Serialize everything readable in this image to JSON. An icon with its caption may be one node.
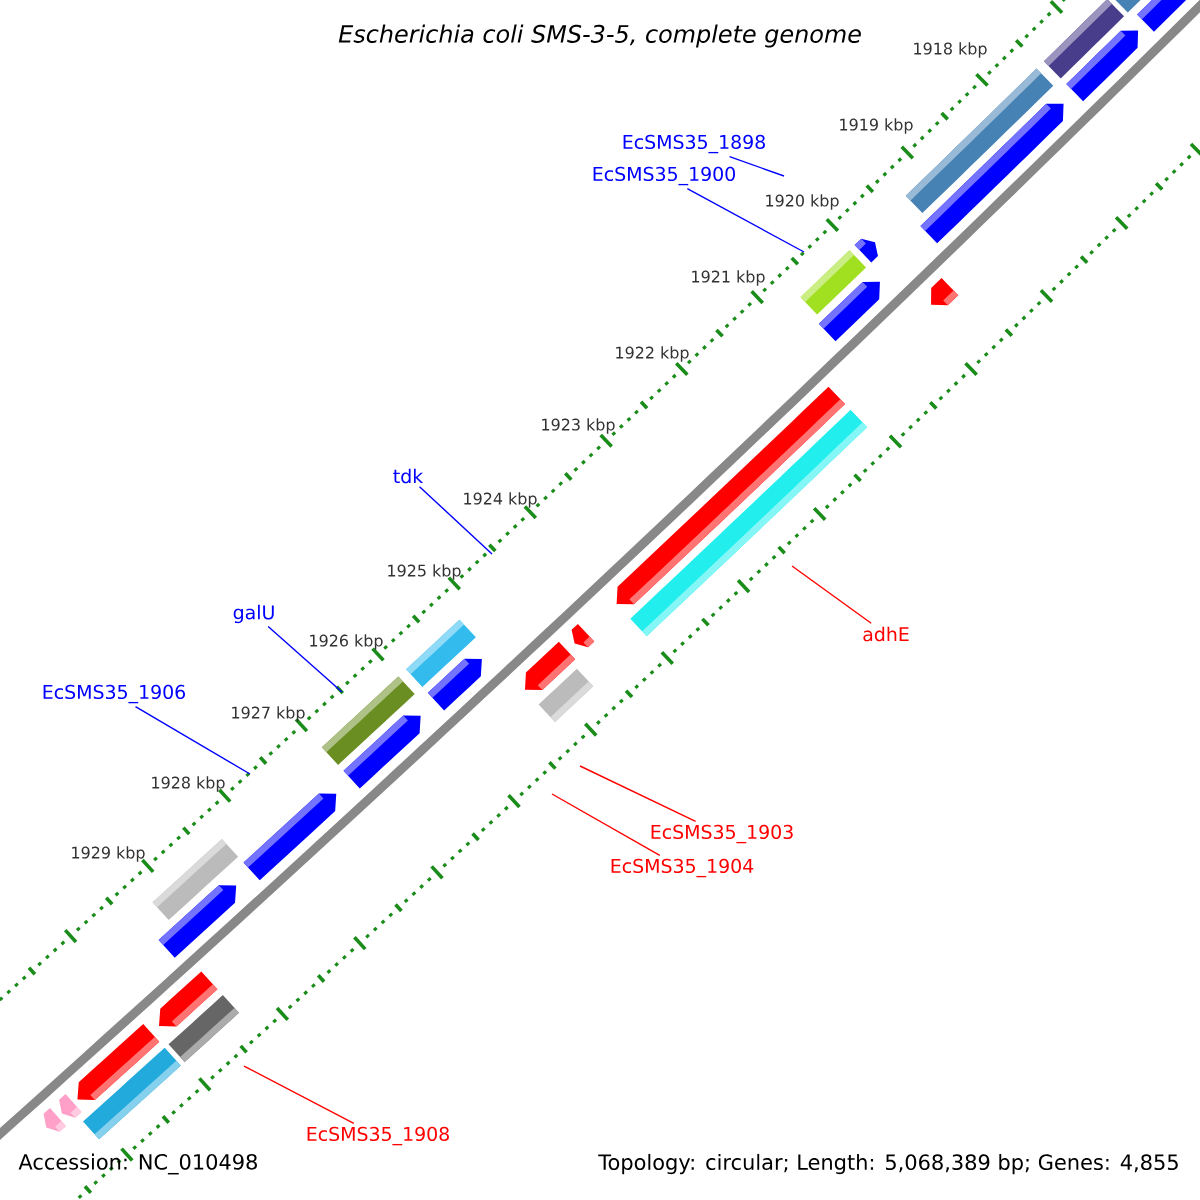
{
  "diagram": {
    "title": "Escherichia coli SMS-3-5, complete genome",
    "nodes": [
      {
        "text": [
          "EcSMS35_1898"
        ]
      },
      {
        "text": [
          "EcSMS35_1900"
        ]
      },
      {
        "text": [
          "tdk"
        ]
      },
      {
        "text": [
          "galU"
        ]
      },
      {
        "text": [
          "adhE"
        ]
      },
      {
        "text": [
          "EcSMS35_1906"
        ]
      },
      {
        "text": [
          "EcSMS35_1903"
        ]
      },
      {
        "text": [
          "EcSMS35_1904"
        ]
      },
      {
        "text": [
          "EcSMS35_1908"
        ]
      }
    ],
    "edges": [
      {
        "from": 0,
        "to": null,
        "arrow": "none"
      },
      {
        "from": 1,
        "to": null,
        "arrow": "none"
      },
      {
        "from": 2,
        "to": null,
        "arrow": "none"
      },
      {
        "from": 3,
        "to": null,
        "arrow": "none"
      },
      {
        "from": 4,
        "to": null,
        "arrow": "none",
        "color": "#ff0000"
      },
      {
        "from": 5,
        "to": null,
        "arrow": "none"
      },
      {
        "from": 6,
        "to": null,
        "arrow": "none",
        "color": "#ff0000"
      },
      {
        "from": 7,
        "to": null,
        "arrow": "none",
        "color": "#ff0000"
      },
      {
        "from": 8,
        "to": null,
        "arrow": "none",
        "color": "#ff0000"
      }
    ],
    "labels": [
      "1918 kbp",
      "1919 kbp",
      "1920 kbp",
      "1921 kbp",
      "1922 kbp",
      "1923 kbp",
      "1924 kbp",
      "1925 kbp",
      "1926 kbp",
      "1927 kbp",
      "1928 kbp",
      "1929 kbp",
      "Accession: NC_010498",
      "Topology: circular; Length: 5,068,389 bp; Genes: 4,855"
    ]
  }
}
